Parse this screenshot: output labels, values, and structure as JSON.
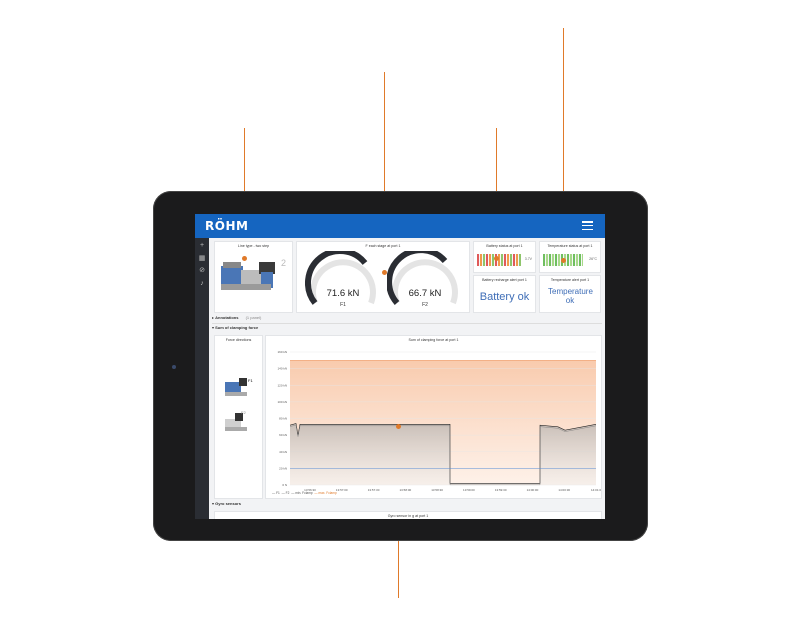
{
  "app": {
    "logo_text": "RÖHM"
  },
  "panels": {
    "line_type": {
      "title": "Line type - two step",
      "count_label": "2"
    },
    "f_each": {
      "title": "F each stage at port 1",
      "gauges": [
        {
          "value": "71.6 kN",
          "label": "F1"
        },
        {
          "value": "66.7 kN",
          "label": "F2"
        }
      ]
    },
    "battery_status": {
      "title": "Battery status at port 1",
      "reading": "3.7V"
    },
    "temperature_status": {
      "title": "Temperature status at port 1",
      "reading": "26°C"
    },
    "battery_alert": {
      "title": "Battery recharge alert port 1",
      "text": "Battery ok"
    },
    "temperature_alert": {
      "title": "Temperature alert port 1",
      "text": "Temperature ok"
    }
  },
  "rows": {
    "annotations": {
      "label": "Annotations",
      "count": "(1 panel)"
    },
    "clamping": {
      "label": "Sum of clamping force"
    },
    "gyro": {
      "label": "Gyro sensors"
    }
  },
  "force_directions": {
    "title": "Force directions",
    "f1": "F1",
    "f2": "F2"
  },
  "gyro_panel_title": "Gyro sensor in g at port 1",
  "chart_data": {
    "type": "line",
    "title": "Sum of clamping force at port 1",
    "yticks": [
      "160 kN",
      "140 kN",
      "120 kN",
      "100 kN",
      "80 kN",
      "60 kN",
      "40 kN",
      "20 kN",
      "0 N"
    ],
    "xticks": [
      "13:56:30",
      "13:57:00",
      "13:57:30",
      "13:58:00",
      "13:58:30",
      "13:59:00",
      "13:59:30",
      "14:00:00",
      "14:00:30",
      "14:01:0"
    ],
    "ylim": [
      0,
      160
    ],
    "series": [
      {
        "name": "F1",
        "color": "#222222"
      },
      {
        "name": "F2",
        "color": "#777777"
      },
      {
        "name": "min. Fclamp",
        "color": "#5b8ed6",
        "values": [
          20
        ]
      },
      {
        "name": "max. Fclamp",
        "color": "#f0a070",
        "values": [
          150
        ]
      }
    ]
  }
}
